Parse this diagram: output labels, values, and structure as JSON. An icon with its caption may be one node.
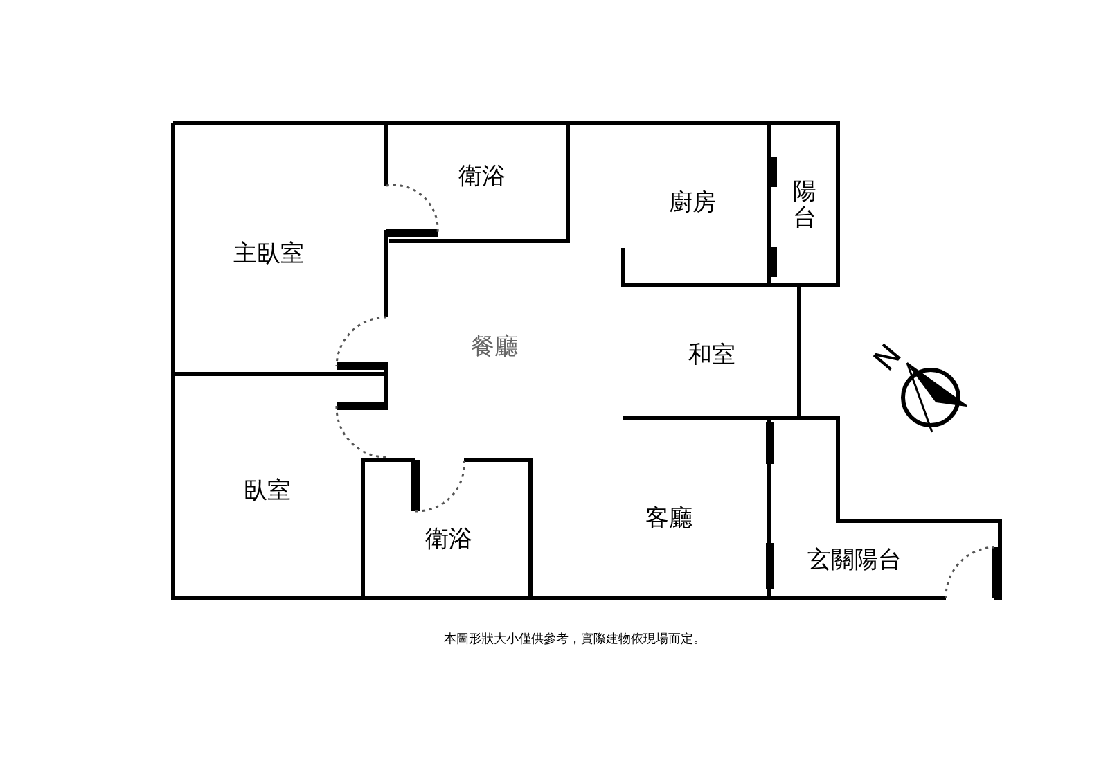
{
  "diagram": {
    "labels": [
      "衛浴",
      "陽台",
      "廚房",
      "主臥室",
      "餐廳",
      "和室",
      "N",
      "臥室",
      "客廳",
      "衛浴",
      "玄關陽台",
      "本圖形狀大小僅供參考，實際建物依現場而定。"
    ]
  }
}
